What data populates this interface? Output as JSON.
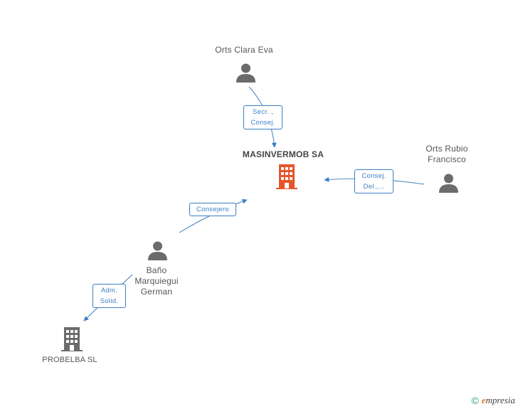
{
  "nodes": {
    "company_main": {
      "label": "MASINVERMOB SA"
    },
    "company_sub": {
      "label": "PROBELBA SL"
    },
    "person_orts_clara": {
      "label": "Orts Clara Eva"
    },
    "person_orts_rubio": {
      "label_line1": "Orts Rubio",
      "label_line2": "Francisco"
    },
    "person_bano": {
      "label_line1": "Baño",
      "label_line2": "Marquiegui",
      "label_line3": "German"
    }
  },
  "edges": {
    "clara_to_main": {
      "line1": "Secr. ,",
      "line2": "Consej."
    },
    "rubio_to_main": {
      "line1": "Consej.",
      "line2": "Del.,..."
    },
    "bano_to_main": {
      "line1": "Consejero"
    },
    "bano_to_sub": {
      "line1": "Adm.",
      "line2": "Solid."
    }
  },
  "colors": {
    "edge": "#3b7fc4",
    "person_icon": "#6b6b6b",
    "company_main_icon": "#e8542a",
    "company_sub_icon": "#6b6b6b"
  },
  "brand": {
    "copyright": "©",
    "name_first": "e",
    "name_rest": "mpresia"
  }
}
